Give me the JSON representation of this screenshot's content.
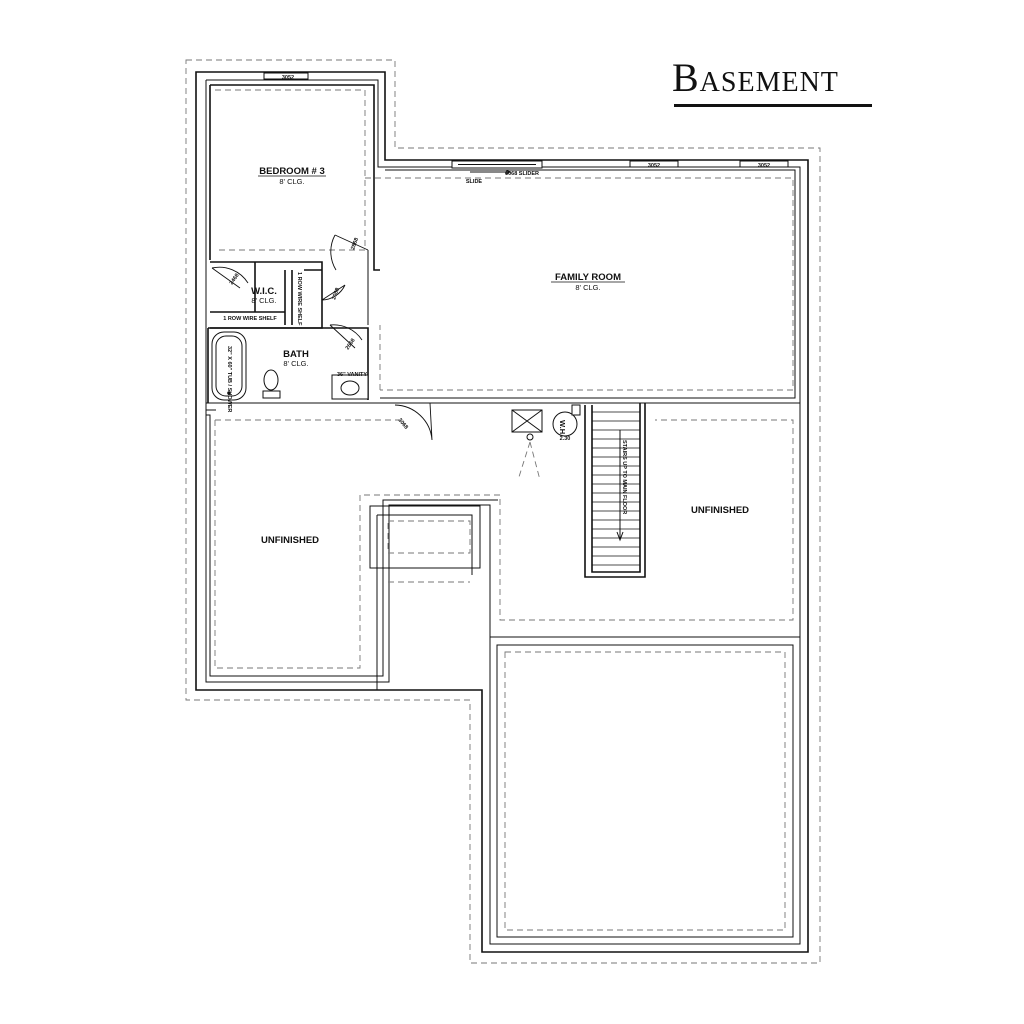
{
  "title": "Basement",
  "rooms": {
    "bedroom3": {
      "name": "BEDROOM # 3",
      "ceiling": "8' CLG."
    },
    "family_room": {
      "name": "FAMILY ROOM",
      "ceiling": "8' CLG."
    },
    "wic": {
      "name": "W.I.C.",
      "ceiling": "8' CLG."
    },
    "bath": {
      "name": "BATH",
      "ceiling": "8' CLG."
    },
    "unfinished_left": {
      "name": "UNFINISHED"
    },
    "unfinished_right": {
      "name": "UNFINISHED"
    }
  },
  "windows": {
    "bedroom_top": "3052",
    "family_1": "3052",
    "family_2": "3052"
  },
  "slider": {
    "label": "6068 SLIDER",
    "slide": "SLIDE"
  },
  "doors": {
    "bedroom": "2868",
    "wic": "2468",
    "linen": "2068",
    "bath": "2668",
    "unfinished": "3068"
  },
  "notes": {
    "wic_shelf": "1 ROW WIRE SHELF",
    "linen_shelf": "1 ROW WIRE SHELF",
    "tub": "32\" X 60\" TUB / SHOWER",
    "vanity": "36\" VANITY",
    "water_heater": "W.H.",
    "water_heater_size": "2.30",
    "stairs": "STAIRS UP TO MAIN FLOOR"
  }
}
